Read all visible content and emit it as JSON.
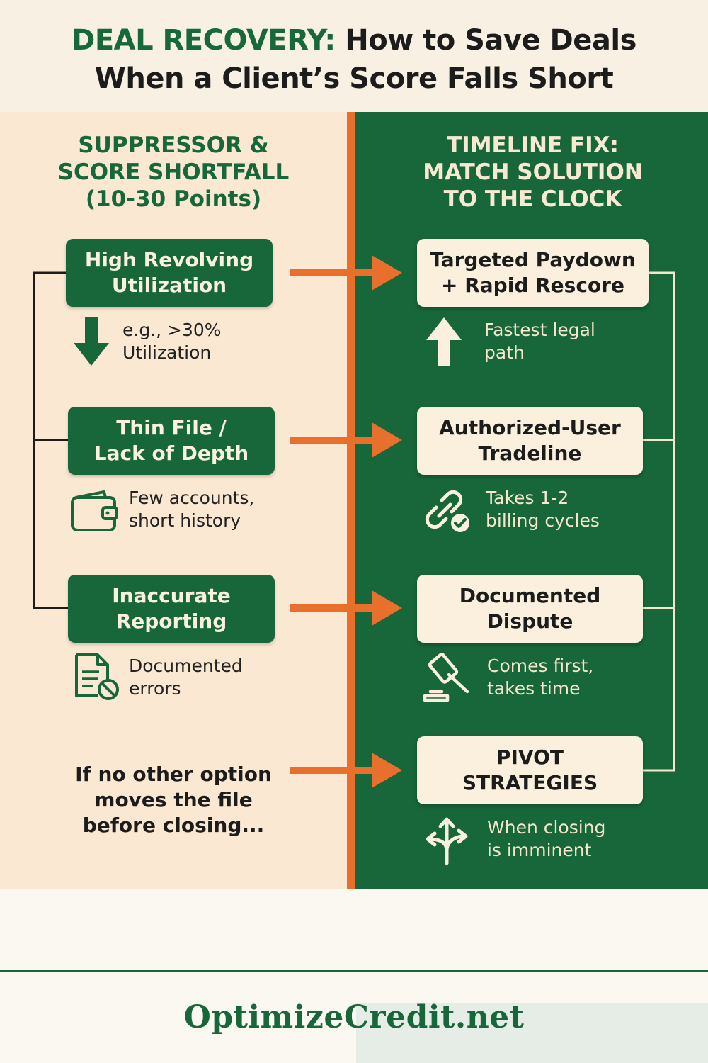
{
  "header": {
    "title_accent": "DEAL RECOVERY:",
    "title_line1_rest": "How to Save Deals",
    "title_line2": "When a Client’s Score Falls Short"
  },
  "left_column": {
    "heading_lines": [
      "SUPPRESSOR &",
      "SCORE SHORTFALL",
      "(10-30 Points)"
    ],
    "items": [
      {
        "label_lines": [
          "High Revolving",
          "Utilization"
        ],
        "note_lines": [
          "e.g., >30%",
          "Utilization"
        ],
        "icon": "arrow-down-icon"
      },
      {
        "label_lines": [
          "Thin File /",
          "Lack of Depth"
        ],
        "note_lines": [
          "Few accounts,",
          "short history"
        ],
        "icon": "wallet-icon"
      },
      {
        "label_lines": [
          "Inaccurate",
          "Reporting"
        ],
        "note_lines": [
          "Documented",
          "errors"
        ],
        "icon": "document-error-icon"
      }
    ],
    "pivot_prompt_lines": [
      "If no other option",
      "moves the file",
      "before closing..."
    ]
  },
  "right_column": {
    "heading_lines": [
      "TIMELINE FIX:",
      "MATCH SOLUTION",
      "TO THE CLOCK"
    ],
    "items": [
      {
        "label_lines": [
          "Targeted Paydown",
          "+ Rapid Rescore"
        ],
        "note_lines": [
          "Fastest legal",
          "path"
        ],
        "icon": "arrow-up-icon"
      },
      {
        "label_lines": [
          "Authorized-User",
          "Tradeline"
        ],
        "note_lines": [
          "Takes 1-2",
          "billing cycles"
        ],
        "icon": "link-check-icon"
      },
      {
        "label_lines": [
          "Documented",
          "Dispute"
        ],
        "note_lines": [
          "Comes first,",
          "takes time"
        ],
        "icon": "gavel-icon"
      },
      {
        "label_lines": [
          "PIVOT",
          "STRATEGIES"
        ],
        "note_lines": [
          "When closing",
          "is imminent"
        ],
        "icon": "split-arrows-icon"
      }
    ]
  },
  "footer": {
    "site": "OptimizeCredit.net"
  },
  "colors": {
    "green": "#17673a",
    "orange": "#e8702c",
    "cream": "#fae8d2",
    "box_cream": "#fbf0de"
  }
}
